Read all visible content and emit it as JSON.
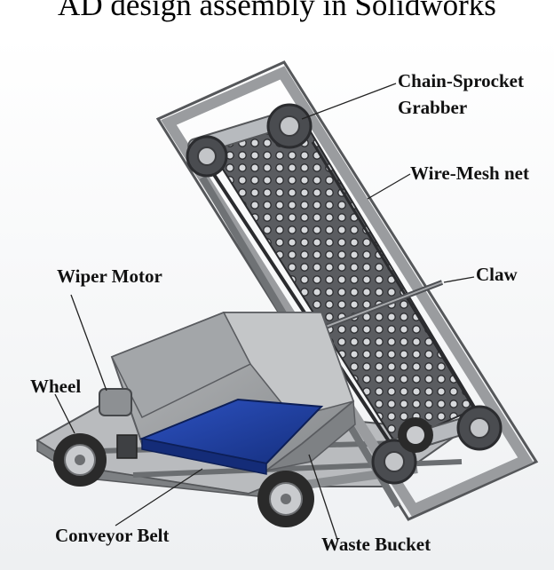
{
  "heading": "AD design assembly in Solidworks",
  "labels": {
    "chain_sprocket": "Chain-Sprocket",
    "grabber": "Grabber",
    "wire_mesh": "Wire-Mesh net",
    "claw": "Claw",
    "wiper_motor": "Wiper Motor",
    "wheel": "Wheel",
    "conveyor_belt": "Conveyor Belt",
    "waste_bucket": "Waste Bucket"
  },
  "colors": {
    "frame": "#8a8c90",
    "frame_dark": "#4e5054",
    "mesh": "#3a3c40",
    "bucket": "#9c9fa2",
    "belt": "#1f3d9a",
    "tire": "#2a2a2a"
  }
}
